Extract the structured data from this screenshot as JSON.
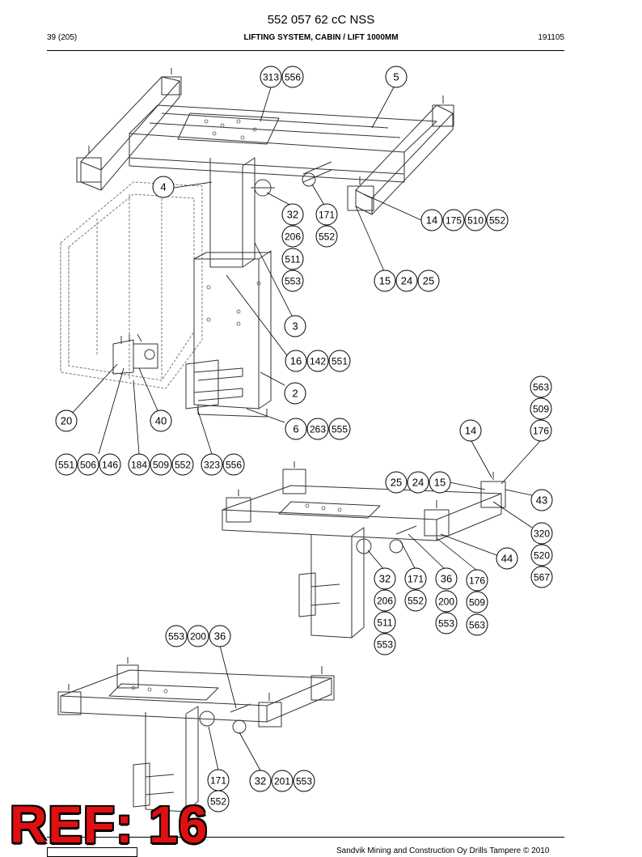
{
  "header": {
    "doc_title": "552 057 62 cC NSS",
    "page": "39 (205)",
    "section": "LIFTING SYSTEM, CABIN / LIFT 1000MM",
    "code": "191105"
  },
  "callouts": [
    {
      "id": "c-313",
      "text": "313"
    },
    {
      "id": "c-556a",
      "text": "556"
    },
    {
      "id": "c-5",
      "text": "5"
    },
    {
      "id": "c-4",
      "text": "4"
    },
    {
      "id": "c-32a",
      "text": "32"
    },
    {
      "id": "c-171a",
      "text": "171"
    },
    {
      "id": "c-206a",
      "text": "206"
    },
    {
      "id": "c-552a",
      "text": "552"
    },
    {
      "id": "c-511a",
      "text": "511"
    },
    {
      "id": "c-553a",
      "text": "553"
    },
    {
      "id": "c-14a",
      "text": "14"
    },
    {
      "id": "c-175",
      "text": "175"
    },
    {
      "id": "c-510",
      "text": "510"
    },
    {
      "id": "c-552b",
      "text": "552"
    },
    {
      "id": "c-15a",
      "text": "15"
    },
    {
      "id": "c-24a",
      "text": "24"
    },
    {
      "id": "c-25a",
      "text": "25"
    },
    {
      "id": "c-3",
      "text": "3"
    },
    {
      "id": "c-16",
      "text": "16"
    },
    {
      "id": "c-142",
      "text": "142"
    },
    {
      "id": "c-551a",
      "text": "551"
    },
    {
      "id": "c-2",
      "text": "2"
    },
    {
      "id": "c-20",
      "text": "20"
    },
    {
      "id": "c-40",
      "text": "40"
    },
    {
      "id": "c-6",
      "text": "6"
    },
    {
      "id": "c-263",
      "text": "263"
    },
    {
      "id": "c-555",
      "text": "555"
    },
    {
      "id": "c-551b",
      "text": "551"
    },
    {
      "id": "c-506",
      "text": "506"
    },
    {
      "id": "c-146",
      "text": "146"
    },
    {
      "id": "c-184",
      "text": "184"
    },
    {
      "id": "c-509a",
      "text": "509"
    },
    {
      "id": "c-552c",
      "text": "552"
    },
    {
      "id": "c-323",
      "text": "323"
    },
    {
      "id": "c-556b",
      "text": "556"
    },
    {
      "id": "c-563a",
      "text": "563"
    },
    {
      "id": "c-509b",
      "text": "509"
    },
    {
      "id": "c-176a",
      "text": "176"
    },
    {
      "id": "c-14b",
      "text": "14"
    },
    {
      "id": "c-25b",
      "text": "25"
    },
    {
      "id": "c-24b",
      "text": "24"
    },
    {
      "id": "c-15b",
      "text": "15"
    },
    {
      "id": "c-43",
      "text": "43"
    },
    {
      "id": "c-320",
      "text": "320"
    },
    {
      "id": "c-520",
      "text": "520"
    },
    {
      "id": "c-567",
      "text": "567"
    },
    {
      "id": "c-44",
      "text": "44"
    },
    {
      "id": "c-32b",
      "text": "32"
    },
    {
      "id": "c-171b",
      "text": "171"
    },
    {
      "id": "c-36a",
      "text": "36"
    },
    {
      "id": "c-176b",
      "text": "176"
    },
    {
      "id": "c-206b",
      "text": "206"
    },
    {
      "id": "c-552d",
      "text": "552"
    },
    {
      "id": "c-200a",
      "text": "200"
    },
    {
      "id": "c-509c",
      "text": "509"
    },
    {
      "id": "c-511b",
      "text": "511"
    },
    {
      "id": "c-553b",
      "text": "553"
    },
    {
      "id": "c-563b",
      "text": "563"
    },
    {
      "id": "c-553c",
      "text": "553"
    },
    {
      "id": "c-553d",
      "text": "553"
    },
    {
      "id": "c-200b",
      "text": "200"
    },
    {
      "id": "c-36b",
      "text": "36"
    },
    {
      "id": "c-171c",
      "text": "171"
    },
    {
      "id": "c-32c",
      "text": "32"
    },
    {
      "id": "c-201",
      "text": "201"
    },
    {
      "id": "c-553e",
      "text": "553"
    },
    {
      "id": "c-552e",
      "text": "552"
    }
  ],
  "stamp": "REF: 16",
  "footer": "Sandvik Mining and Construction Oy Drills Tampere © 2010"
}
